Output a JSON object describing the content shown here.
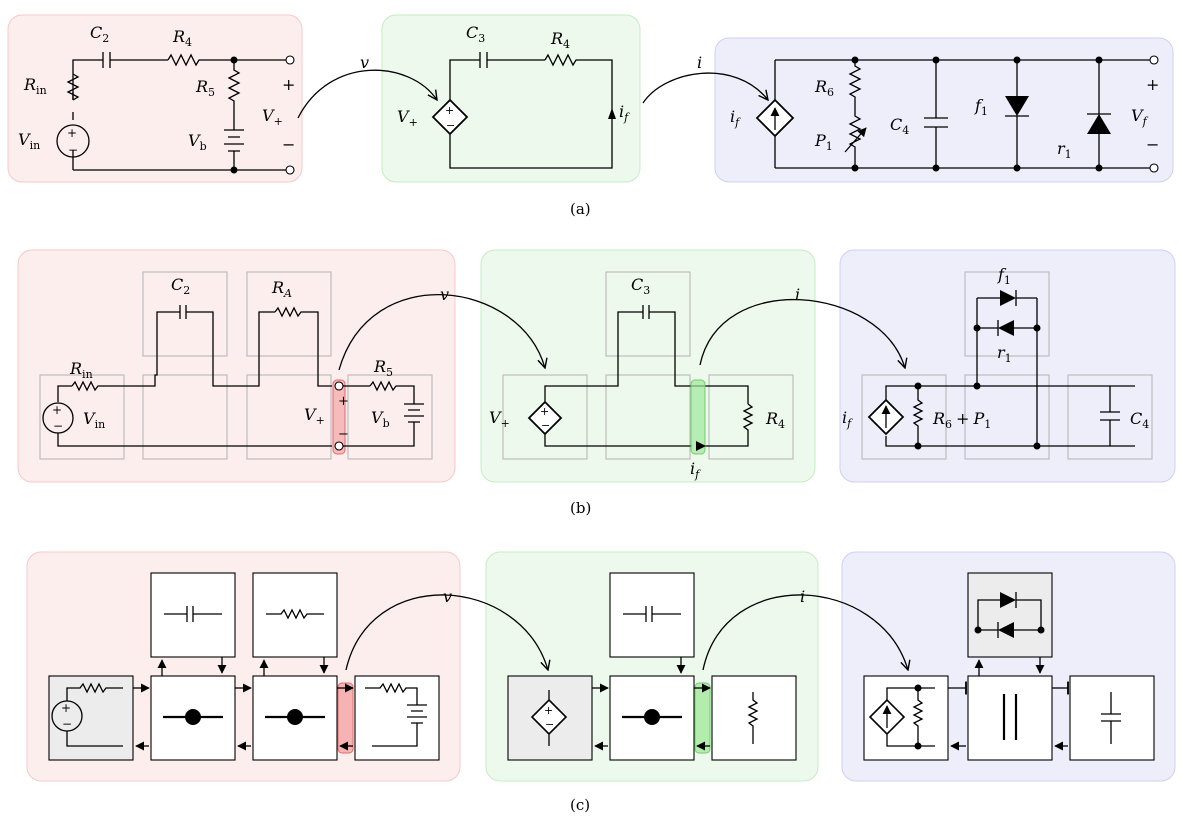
{
  "colors": {
    "red_panel": "#fdeeee",
    "red_border": "#f6c9c9",
    "green_panel": "#edf9ec",
    "green_border": "#c6ecc3",
    "blue_panel": "#eeeefb",
    "blue_border": "#cfcff3",
    "red_highlight": "#f29a9a",
    "green_highlight": "#9ee89a"
  },
  "captions": {
    "a": "(a)",
    "b": "(b)",
    "c": "(c)"
  },
  "couplings": {
    "v": "v",
    "i": "i"
  },
  "labels": {
    "C": "C",
    "R": "R",
    "V": "V",
    "P": "P",
    "f": "f",
    "r": "r",
    "i": "i",
    "sub_2": "2",
    "sub_3": "3",
    "sub_4": "4",
    "sub_5": "5",
    "sub_6": "6",
    "sub_1": "1",
    "sub_in": "in",
    "sub_b": "b",
    "sub_plus": "+",
    "sub_f": "f",
    "sub_A": "A",
    "plus": "+",
    "minus": "−",
    "r6_plus_p1": "+"
  }
}
